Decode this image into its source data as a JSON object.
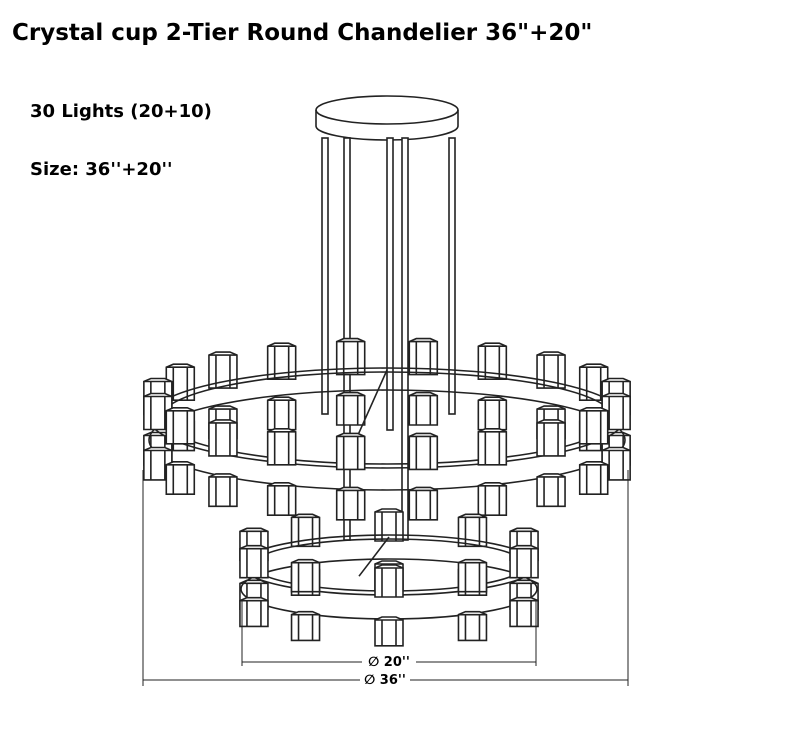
{
  "title": "Crystal cup 2-Tier Round Chandelier 36\"+20\"",
  "specs": {
    "lights": "30 Lights (20+10)",
    "size": "Size: 36''+20''"
  },
  "dimensions": {
    "lower_tier": "∅ 20''",
    "upper_tier": "∅ 36''"
  },
  "tiers": {
    "upper_cups": 20,
    "lower_cups": 10
  }
}
